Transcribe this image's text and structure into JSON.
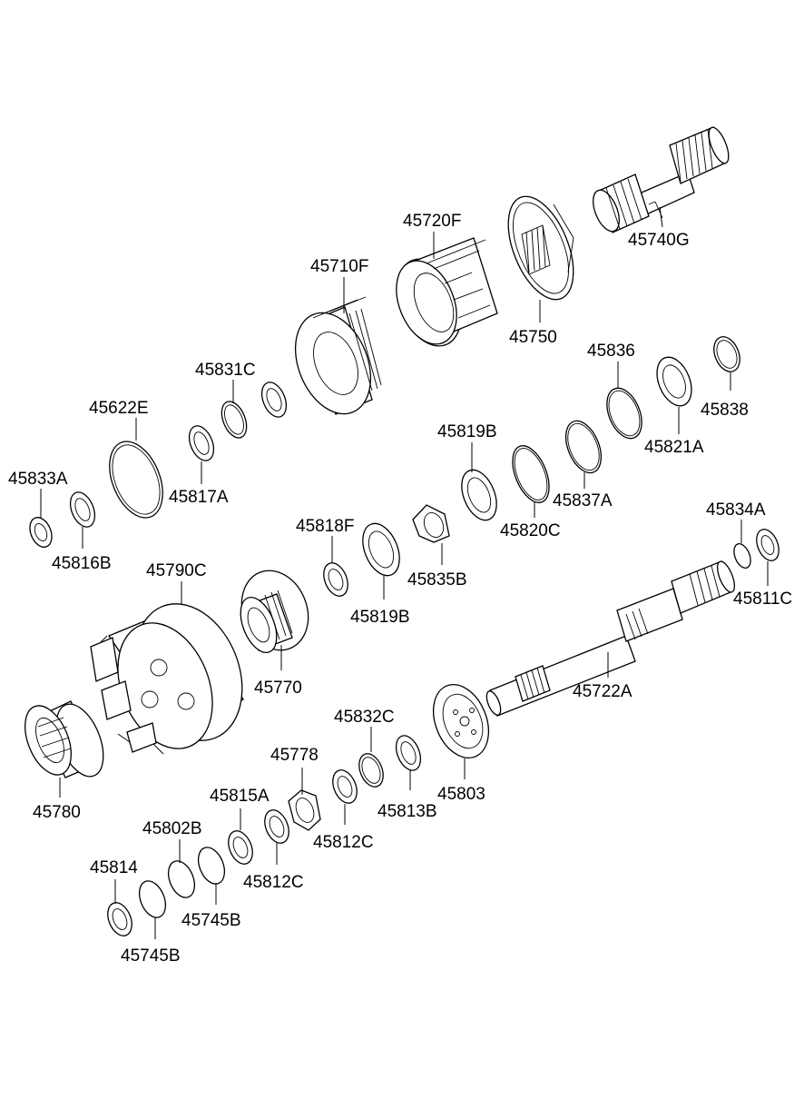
{
  "colors": {
    "line": "#000000",
    "background": "#ffffff"
  },
  "labels": {
    "p45740G": "45740G",
    "p45720F": "45720F",
    "p45710F": "45710F",
    "p45750": "45750",
    "p45836": "45836",
    "p45831C": "45831C",
    "p45838": "45838",
    "p45622E": "45622E",
    "p45819B_top": "45819B",
    "p45821A": "45821A",
    "p45833A": "45833A",
    "p45817A": "45817A",
    "p45837A": "45837A",
    "p45816B": "45816B",
    "p45820C": "45820C",
    "p45818F": "45818F",
    "p45834A": "45834A",
    "p45790C": "45790C",
    "p45835B": "45835B",
    "p45811C": "45811C",
    "p45819B_mid": "45819B",
    "p45770": "45770",
    "p45722A": "45722A",
    "p45832C": "45832C",
    "p45778": "45778",
    "p45780": "45780",
    "p45815A": "45815A",
    "p45813B": "45813B",
    "p45803": "45803",
    "p45812C_a": "45812C",
    "p45802B": "45802B",
    "p45814": "45814",
    "p45812C_b": "45812C",
    "p45745B_a": "45745B",
    "p45745B_b": "45745B"
  }
}
